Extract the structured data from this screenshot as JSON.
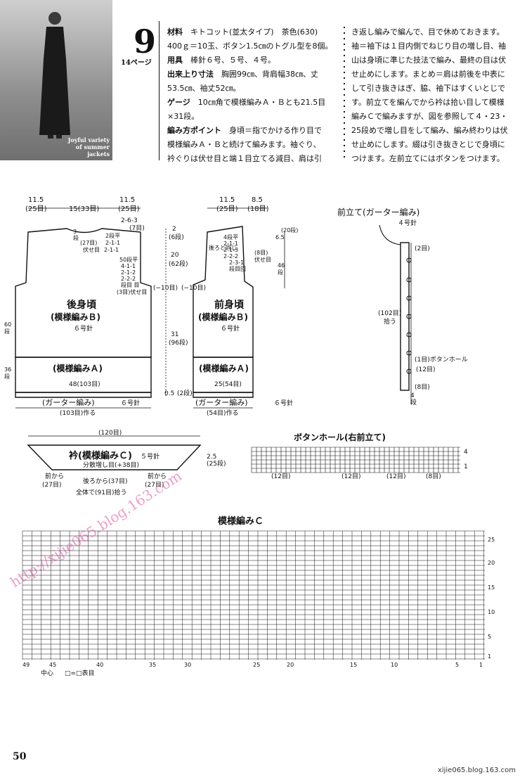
{
  "photo_caption": "Joyful variety of summer jackets",
  "page_badge": {
    "number": "9",
    "ref": "14ページ"
  },
  "col1_lines": [
    "キトコット(並太タイプ)　茶色(630)",
    "400ｇ＝10玉、ボタン1.5㎝のトグル型を8個。",
    "棒針６号、５号、４号。",
    "胸囲99㎝、背肩幅38㎝、丈",
    "53.5㎝、袖丈52㎝。",
    "10㎝角で模様編みＡ・Ｂとも21.5目",
    "×31段。",
    "身頃＝指でかける作り目で",
    "模様編みＡ・Ｂと続けて編みます。袖ぐり、",
    "衿ぐりは伏せ目と端１目立てる減目、肩は引"
  ],
  "col1_heads": [
    "材料",
    "用具",
    "出来上り寸法",
    "ゲージ",
    "編み方ポイント"
  ],
  "col2_lines": [
    "き返し編みで編んで、目で休めておきます。",
    "袖＝袖下は１目内側でねじり目の増し目、袖",
    "山は身頃に準じた技法で編み、最終の目は伏",
    "せ止めにします。まとめ＝肩は前後を中表に",
    "して引き抜きはぎ、脇、袖下はすくいとじで",
    "す。前立てを編んでから衿は拾い目して模様",
    "編みＣで編みますが、図を参照して４・23・",
    "25段めで増し目をして編み、編み終わりは伏",
    "せ止めにします。綴は引き抜きとじで身頃に",
    "つけます。左前立てにはボタンをつけます。"
  ],
  "back": {
    "title": "後身頃",
    "pattern": "(模様編みＢ)",
    "needle": "６号針",
    "band": "(模様編みＡ)",
    "garter": "(ガーター編み)",
    "garter_needle": "６号針",
    "top_w": [
      "11.5",
      "(25目)",
      "15(33目)",
      "11.5",
      "(25目)"
    ],
    "bottom": "48(103目)",
    "cast": "(103目)作る",
    "side": [
      "60",
      "段"
    ],
    "band_rows": [
      "36",
      "段"
    ],
    "dec1": [
      "2-6-3",
      "(7目)"
    ],
    "dec_back": [
      "(27目)",
      "伏せ目",
      "2段平",
      "2-1-1",
      "2-1-1"
    ],
    "arm": [
      "50段平",
      "4-1-1",
      "2-1-2",
      "2-2-2",
      "段目 目",
      "(3目)伏せ目"
    ],
    "minus": "(−10目)",
    "row3": [
      "3",
      "段"
    ]
  },
  "front": {
    "title": "前身頃",
    "pattern": "(模様編みＢ)",
    "needle": "６号針",
    "band": "(模様編みＡ)",
    "garter": "(ガーター編み)",
    "garter_needle": "６号針",
    "top_w": [
      "11.5",
      "(25目)",
      "8.5",
      "(18目)"
    ],
    "bottom": "25(54目)",
    "cast": "(54目)作る",
    "neck": [
      "4段平",
      "2-1-1",
      "2-1-3",
      "2-2-2",
      "2-3-1",
      "段目回"
    ],
    "neck_bind": [
      "(8目)",
      "伏せ目"
    ],
    "same": "後ろと同じ",
    "minus": "(−10目)",
    "depth": [
      "6.5",
      "(20段)"
    ],
    "side": [
      "46",
      "段"
    ]
  },
  "dims": {
    "armhole": [
      "2",
      "(6段)"
    ],
    "body": [
      "20",
      "(62段)"
    ],
    "lower": [
      "31",
      "(96段)"
    ],
    "hem": [
      "0.5",
      "(2段)"
    ]
  },
  "front_band": {
    "title": "前立て(ガーター編み)",
    "needle": "４号針",
    "top": "(2目)",
    "length": "(102目)",
    "pick": "拾う",
    "buttonhole": "(1目)ボタンホール",
    "spacing": "(12目)",
    "bottom": "(8目)",
    "rows": [
      "4",
      "段"
    ]
  },
  "collar": {
    "width": "(120目)",
    "title": "衿(模様編みＣ)",
    "needle": "５号針",
    "inc": "分散増し目(+38目)",
    "depth": [
      "2.5",
      "(25段)"
    ],
    "from_front_l": [
      "前から",
      "(27目)"
    ],
    "from_back": "後ろから(37目)",
    "from_front_r": [
      "前から",
      "(27目)"
    ],
    "total": "全体で(91目)拾う"
  },
  "buttonhole_chart": {
    "title": "ボタンホール(右前立て)",
    "rows": [
      "4",
      "1"
    ],
    "spacing": [
      "(12目)",
      "(12目)",
      "(12目)",
      "(8目)"
    ]
  },
  "pattern_c": {
    "title": "模様編みＣ",
    "row_labels": [
      "25",
      "20",
      "15",
      "10",
      "5",
      "1"
    ],
    "col_labels": [
      "49",
      "45",
      "40",
      "35",
      "30",
      "25",
      "20",
      "15",
      "10",
      "5",
      "1"
    ],
    "center": "中心",
    "legend": "□=□表目"
  },
  "watermark": "http://xijie065.blog.163.com",
  "footer": {
    "page": "50",
    "site": "xijie065.blog.163.com"
  }
}
